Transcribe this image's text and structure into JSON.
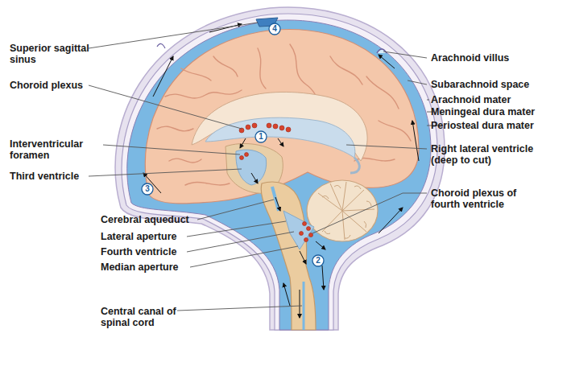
{
  "diagram": {
    "labels": [
      "Superior sagittal sinus",
      "Choroid plexus",
      "Interventricular foramen",
      "Third ventricle",
      "Cerebral aqueduct",
      "Lateral aperture",
      "Fourth ventricle",
      "Median aperture",
      "Central canal of spinal cord",
      "Arachnoid villus",
      "Subarachnoid space",
      "Arachnoid mater",
      "Meningeal dura mater",
      "Periosteal dura mater",
      "Right lateral ventricle (deep to cut)",
      "Choroid plexus of fourth ventricle",
      "1",
      "2",
      "3",
      "4"
    ]
  }
}
